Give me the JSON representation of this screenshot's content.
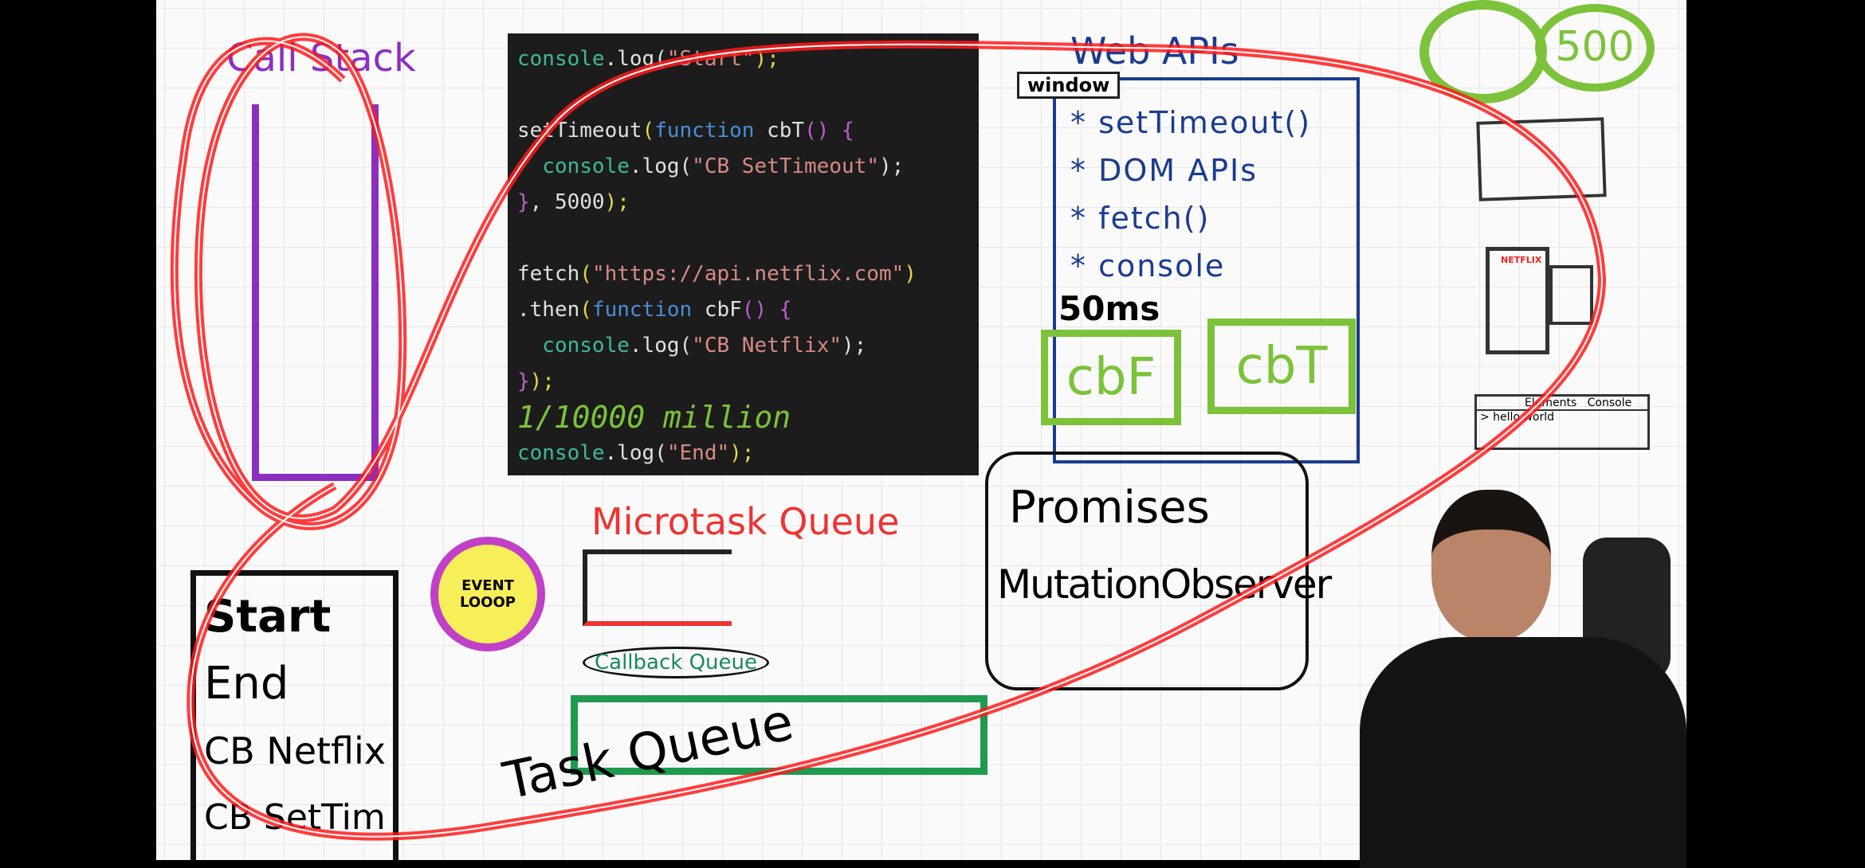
{
  "call_stack": {
    "title": "Call Stack"
  },
  "code": {
    "lines": [
      [
        {
          "c": "t",
          "v": "console"
        },
        {
          "c": "",
          "v": ".log("
        },
        {
          "c": "s",
          "v": "\"Start\""
        },
        {
          "c": "y",
          "v": ");"
        }
      ],
      [],
      [
        {
          "c": "",
          "v": "setTimeout"
        },
        {
          "c": "y",
          "v": "("
        },
        {
          "c": "k",
          "v": "function"
        },
        {
          "c": "",
          "v": " cbT"
        },
        {
          "c": "p",
          "v": "() {"
        }
      ],
      [
        {
          "c": "t",
          "v": "  console"
        },
        {
          "c": "",
          "v": ".log("
        },
        {
          "c": "s",
          "v": "\"CB SetTimeout\""
        },
        {
          "c": "",
          "v": ");"
        }
      ],
      [
        {
          "c": "p",
          "v": "}"
        },
        {
          "c": "",
          "v": ", 5000"
        },
        {
          "c": "y",
          "v": ");"
        }
      ],
      [],
      [
        {
          "c": "",
          "v": "fetch"
        },
        {
          "c": "y",
          "v": "("
        },
        {
          "c": "s",
          "v": "\"https://api.netflix.com\""
        },
        {
          "c": "y",
          "v": ")"
        }
      ],
      [
        {
          "c": "",
          "v": ".then"
        },
        {
          "c": "y",
          "v": "("
        },
        {
          "c": "k",
          "v": "function"
        },
        {
          "c": "",
          "v": " cbF"
        },
        {
          "c": "p",
          "v": "() {"
        }
      ],
      [
        {
          "c": "t",
          "v": "  console"
        },
        {
          "c": "",
          "v": ".log("
        },
        {
          "c": "s",
          "v": "\"CB Netflix\""
        },
        {
          "c": "",
          "v": ");"
        }
      ],
      [
        {
          "c": "p",
          "v": "}"
        },
        {
          "c": "y",
          "v": ");"
        }
      ],
      [],
      [
        {
          "c": "t",
          "v": "console"
        },
        {
          "c": "",
          "v": ".log("
        },
        {
          "c": "s",
          "v": "\"End\""
        },
        {
          "c": "y",
          "v": ");"
        }
      ]
    ],
    "annotation": "1/10000 million"
  },
  "web_apis": {
    "title": "Web APIs",
    "window_label": "window",
    "items": [
      "* setTimeout()",
      "* DOM APIs",
      "* fetch()",
      "* console"
    ],
    "timer": "50ms",
    "cb_f": "cbF",
    "cb_t": "cbT",
    "timer_badge": "500"
  },
  "sketches": {
    "netflix": "NETFLIX",
    "devtools_tab1": "Elements",
    "devtools_tab2": "Console",
    "console_output": "> hello world"
  },
  "microtask": {
    "label": "Microtask Queue",
    "note1": "Promises",
    "note2": "MutationObserver"
  },
  "event_loop": {
    "label1": "EVENT",
    "label2": "LOOOP"
  },
  "callback": {
    "label": "Callback Queue",
    "note": "Task Queue"
  },
  "console_out": {
    "lines": [
      "Start",
      "End",
      "CB Netflix",
      "CB SetTim"
    ]
  },
  "colors": {
    "laser": "#ff1a1a",
    "green": "#7cc23a",
    "purple": "#8a2fc0",
    "blue": "#1a3b8f"
  }
}
